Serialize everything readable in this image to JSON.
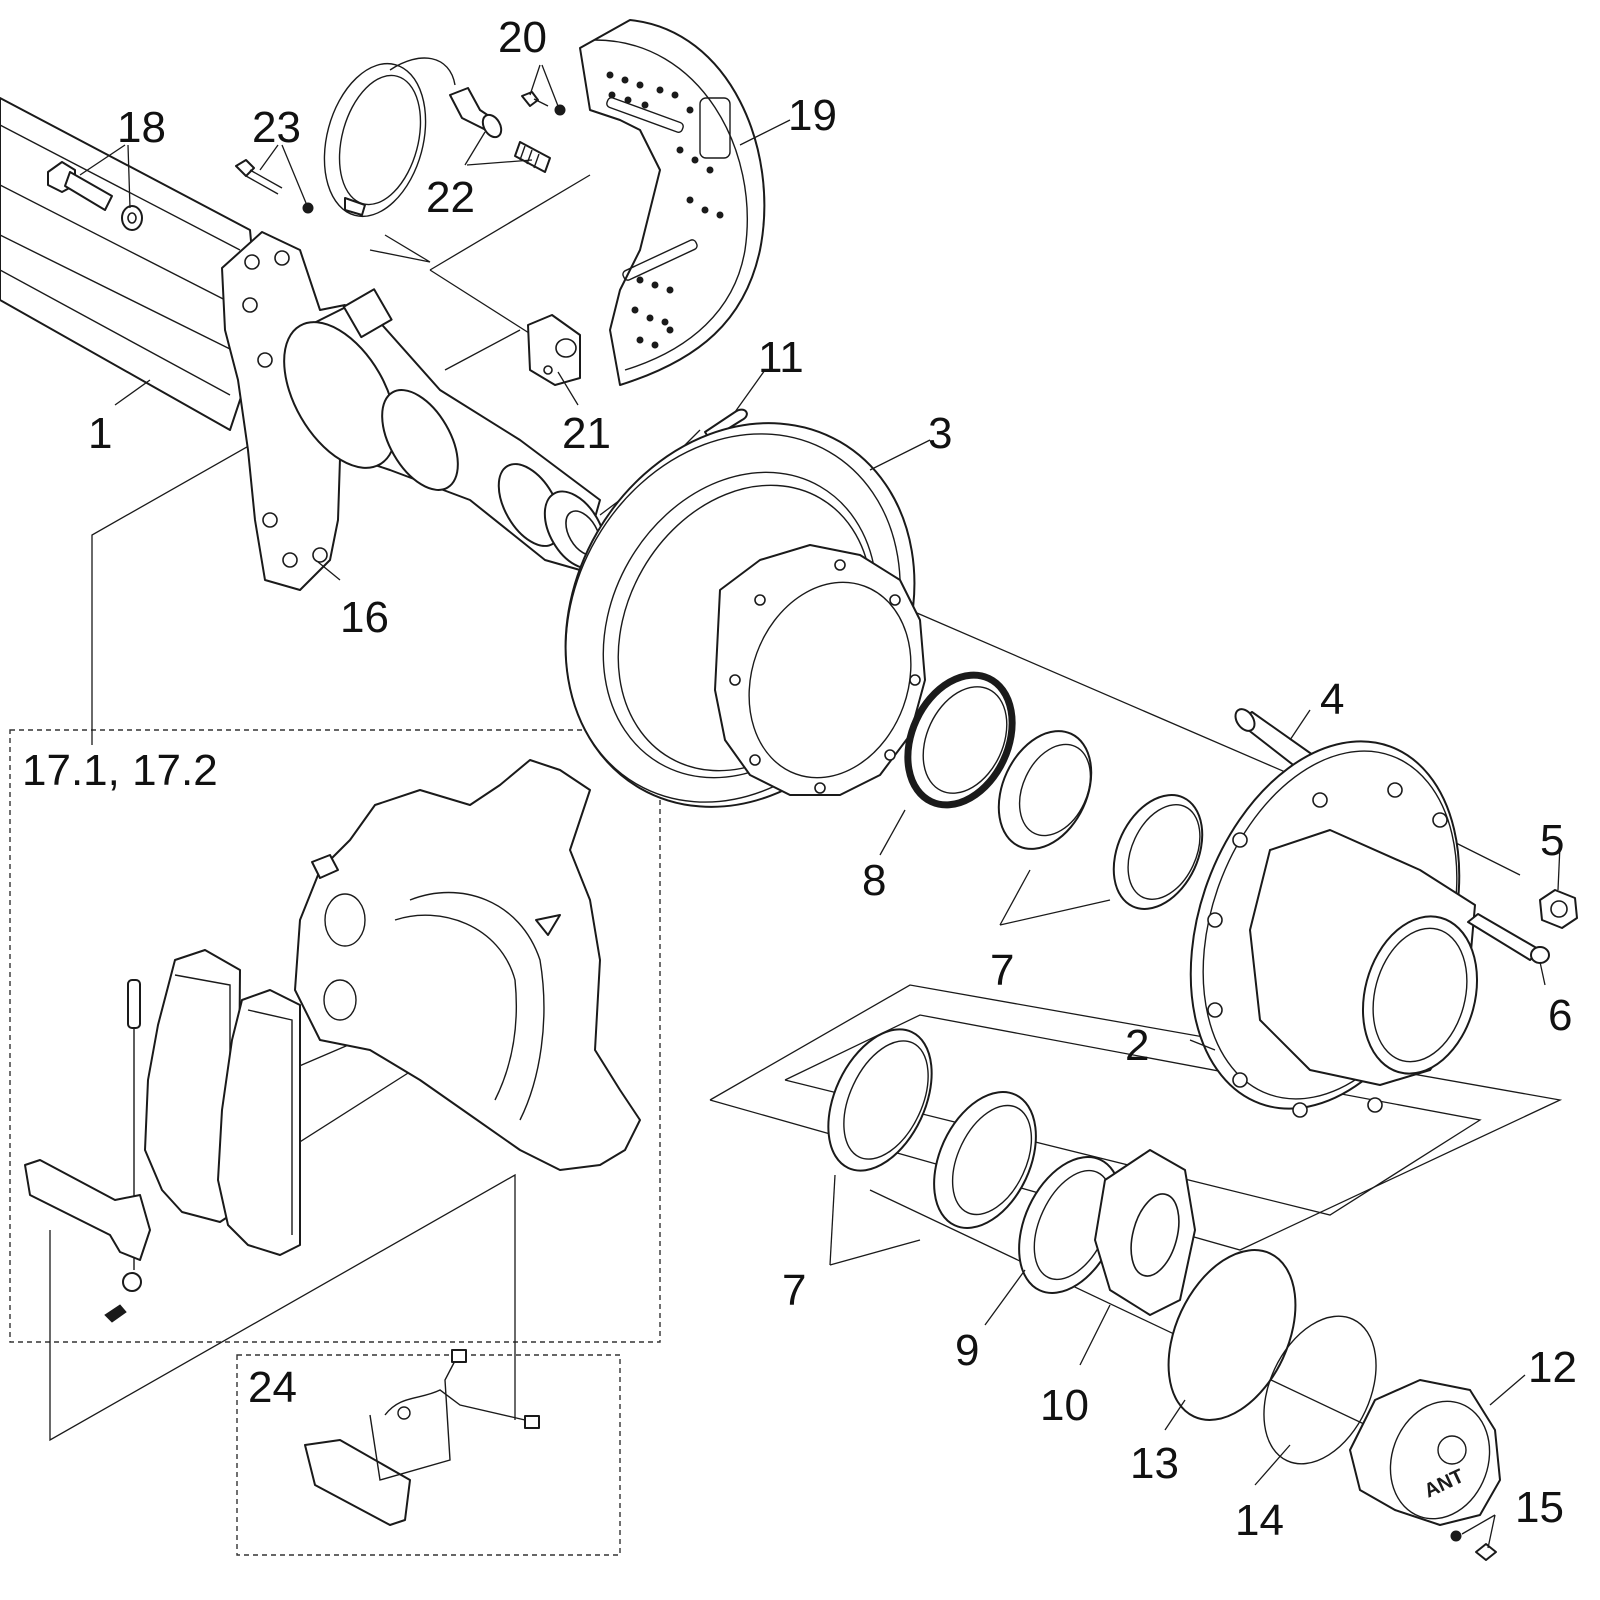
{
  "title": "Axle hub and disc brake exploded view",
  "labels": {
    "p1": "1",
    "p2": "2",
    "p3": "3",
    "p4": "4",
    "p5": "5",
    "p6": "6",
    "p7a": "7",
    "p7b": "7",
    "p8": "8",
    "p9": "9",
    "p10": "10",
    "p11": "11",
    "p12": "12",
    "p13": "13",
    "p14": "14",
    "p15": "15",
    "p16": "16",
    "p17": "17.1, 17.2",
    "p18": "18",
    "p19": "19",
    "p20": "20",
    "p21": "21",
    "p22": "22",
    "p23": "23",
    "p24": "24"
  },
  "cap_logo": "ANT",
  "colors": {
    "line": "#1a1a1a",
    "background": "#ffffff"
  }
}
